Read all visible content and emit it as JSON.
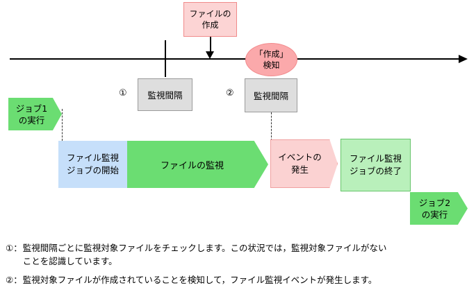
{
  "diagram": {
    "timeline": {
      "name": "time-axis",
      "tick_label": ""
    },
    "create_event_box": {
      "line1": "ファイルの",
      "line2": "作成"
    },
    "detection_ellipse": {
      "line1": "「作成」",
      "line2": "検知"
    },
    "interval_boxes": [
      {
        "marker": "①",
        "label": "監視間隔"
      },
      {
        "marker": "②",
        "label": "監視間隔"
      }
    ],
    "jobs": [
      {
        "line1": "ジョブ1",
        "line2": "の実行"
      },
      {
        "line1": "ジョブ2",
        "line2": "の実行"
      }
    ],
    "flow": {
      "start": {
        "line1": "ファイル監視",
        "line2": "ジョブの開始"
      },
      "monitor": {
        "label": "ファイルの監視"
      },
      "event": {
        "line1": "イベントの",
        "line2": "発生"
      },
      "end": {
        "line1": "ファイル監視",
        "line2": "ジョブの終了"
      }
    }
  },
  "notes": [
    {
      "marker": "①：",
      "line1": "監視間隔ごとに監視対象ファイルをチェックします。この状況では，監視対象ファイルがない",
      "line2": "ことを認識しています。"
    },
    {
      "marker": "②：",
      "line1": "監視対象ファイルが作成されていることを検知して，ファイル監視イベントが発生します。",
      "line2": ""
    }
  ],
  "colors": {
    "pink_box": "#fcd4d4",
    "pink_ellipse": "#fba9ab",
    "gray_box": "#dedede",
    "green_job": "#6bdd72",
    "blue_start": "#c6dffa",
    "green_monitor": "#6bdd72",
    "pink_event": "#fbd2d2",
    "light_green_end": "#b9f0bb"
  }
}
